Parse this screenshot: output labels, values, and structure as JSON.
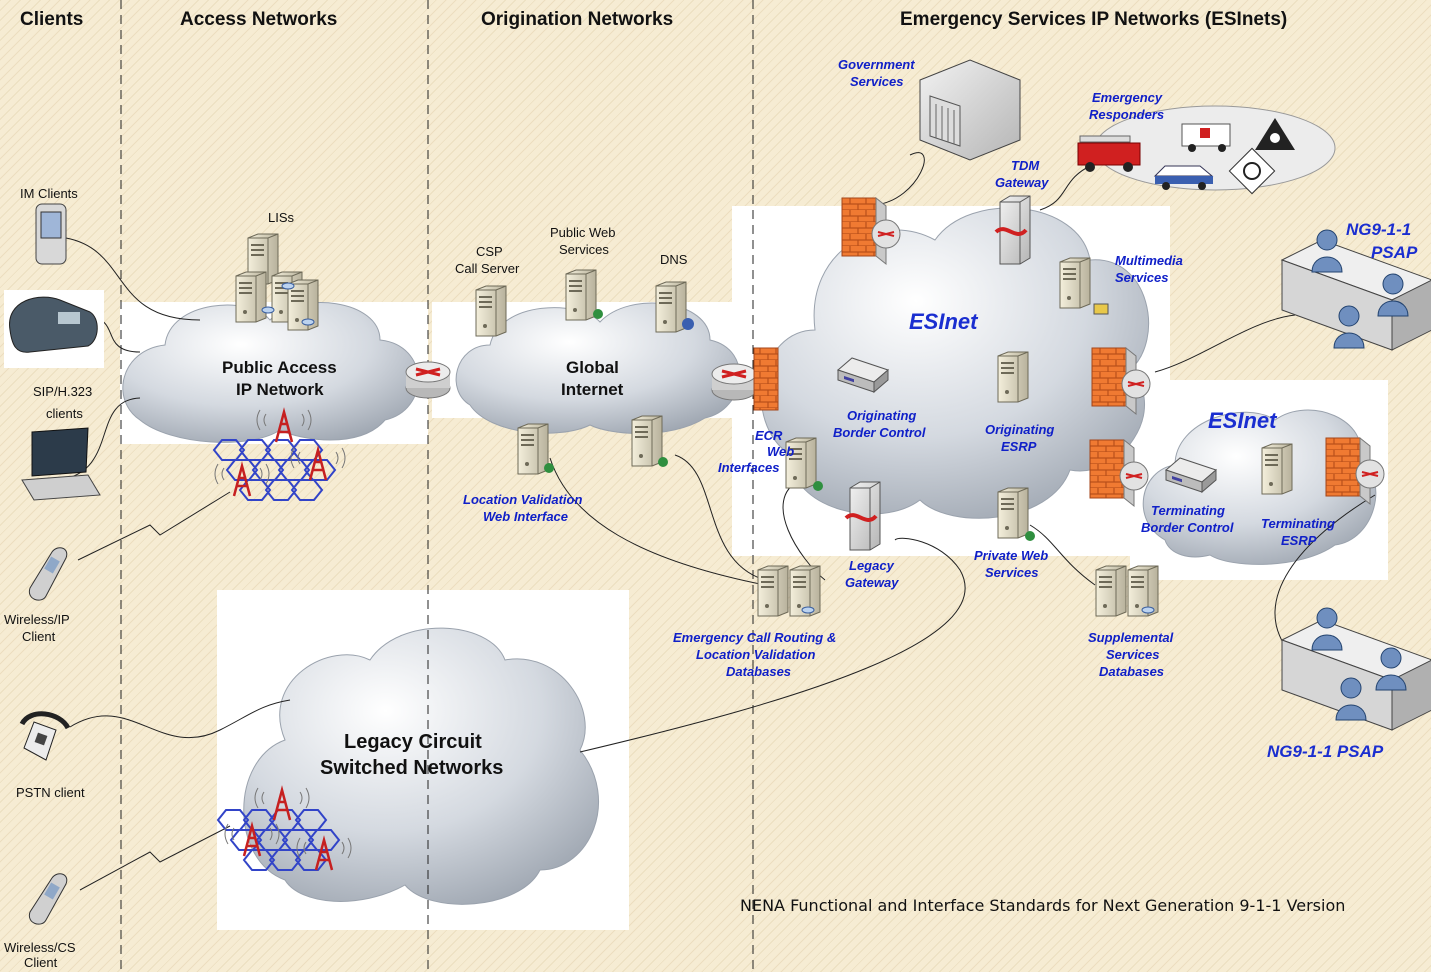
{
  "headers": {
    "clients": "Clients",
    "access": "Access Networks",
    "origination": "Origination Networks",
    "esinets": "Emergency Services IP Networks (ESInets)"
  },
  "clients": {
    "im": "IM Clients",
    "sip_line1": "SIP/H.323",
    "sip_line2": "clients",
    "wireless_ip_line1": "Wireless/IP",
    "wireless_ip_line2": "Client",
    "pstn": "PSTN client",
    "wireless_cs_line1": "Wireless/CS",
    "wireless_cs_line2": "Client"
  },
  "access": {
    "liss": "LISs",
    "cloud_line1": "Public Access",
    "cloud_line2": "IP Network"
  },
  "origination": {
    "csp_line1": "CSP",
    "csp_line2": "Call Server",
    "pws_line1": "Public Web",
    "pws_line2": "Services",
    "dns": "DNS",
    "internet_line1": "Global",
    "internet_line2": "Internet",
    "lvwi_line1": "Location Validation",
    "lvwi_line2": "Web Interface"
  },
  "legacy": {
    "line1": "Legacy Circuit",
    "line2": "Switched Networks"
  },
  "esinet": {
    "gov_line1": "Government",
    "gov_line2": "Services",
    "er_line1": "Emergency",
    "er_line2": "Responders",
    "tdm_line1": "TDM",
    "tdm_line2": "Gateway",
    "mm_line1": "Multimedia",
    "mm_line2": "Services",
    "esinet_main": "ESInet",
    "obc_line1": "Originating",
    "obc_line2": "Border Control",
    "oesrp_line1": "Originating",
    "oesrp_line2": "ESRP",
    "ecr_line1": "ECR",
    "ecr_line2": "Web",
    "ecr_line3": "Interfaces",
    "lg_line1": "Legacy",
    "lg_line2": "Gateway",
    "pws_line1": "Private Web",
    "pws_line2": "Services",
    "ecrdb_line1": "Emergency Call Routing &",
    "ecrdb_line2": "Location Validation",
    "ecrdb_line3": "Databases",
    "suppdb_line1": "Supplemental",
    "suppdb_line2": "Services",
    "suppdb_line3": "Databases",
    "esinet_second": "ESInet",
    "tbc_line1": "Terminating",
    "tbc_line2": "Border Control",
    "tesrp_line1": "Terminating",
    "tesrp_line2": "ESRP",
    "psap1_line1": "NG9-1-1",
    "psap1_line2": "PSAP",
    "psap2": "NG9-1-1 PSAP"
  },
  "footer": "NENA Functional and Interface Standards for Next Generation 9-1-1 Version"
}
